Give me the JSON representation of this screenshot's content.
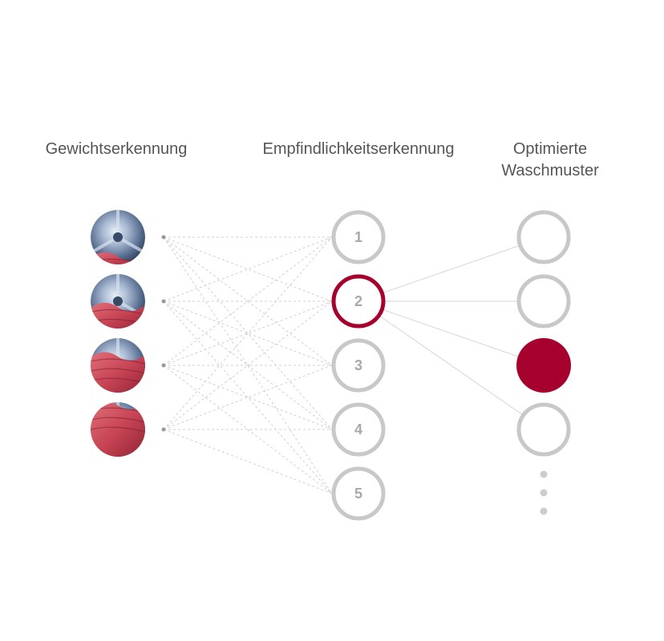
{
  "headers": {
    "weight_detection": "Gewichtserkennung",
    "sensitivity_detection": "Empfindlichkeitserkennung",
    "optimized_patterns_line1": "Optimierte",
    "optimized_patterns_line2": "Waschmuster"
  },
  "load_levels": [
    {
      "name": "load-level-1",
      "fabric_fraction": 0.2
    },
    {
      "name": "load-level-2",
      "fabric_fraction": 0.45
    },
    {
      "name": "load-level-3",
      "fabric_fraction": 0.72
    },
    {
      "name": "load-level-4",
      "fabric_fraction": 1.0
    }
  ],
  "sensitivity_nodes": [
    "1",
    "2",
    "3",
    "4",
    "5"
  ],
  "selected_sensitivity": "2",
  "pattern_nodes": [
    {
      "selected": false
    },
    {
      "selected": false
    },
    {
      "selected": true
    },
    {
      "selected": false
    }
  ],
  "more_patterns_indicator": "⋮",
  "colors": {
    "accent": "#a6002e",
    "node_outline": "#c8c8c8",
    "node_number": "#a9a9a9",
    "header_text": "#555555",
    "fabric": "#c84555",
    "drum_steel": "#8fa4c0",
    "connector_dashed": "#d0d0d0",
    "connector_solid": "#d6d6d6"
  }
}
